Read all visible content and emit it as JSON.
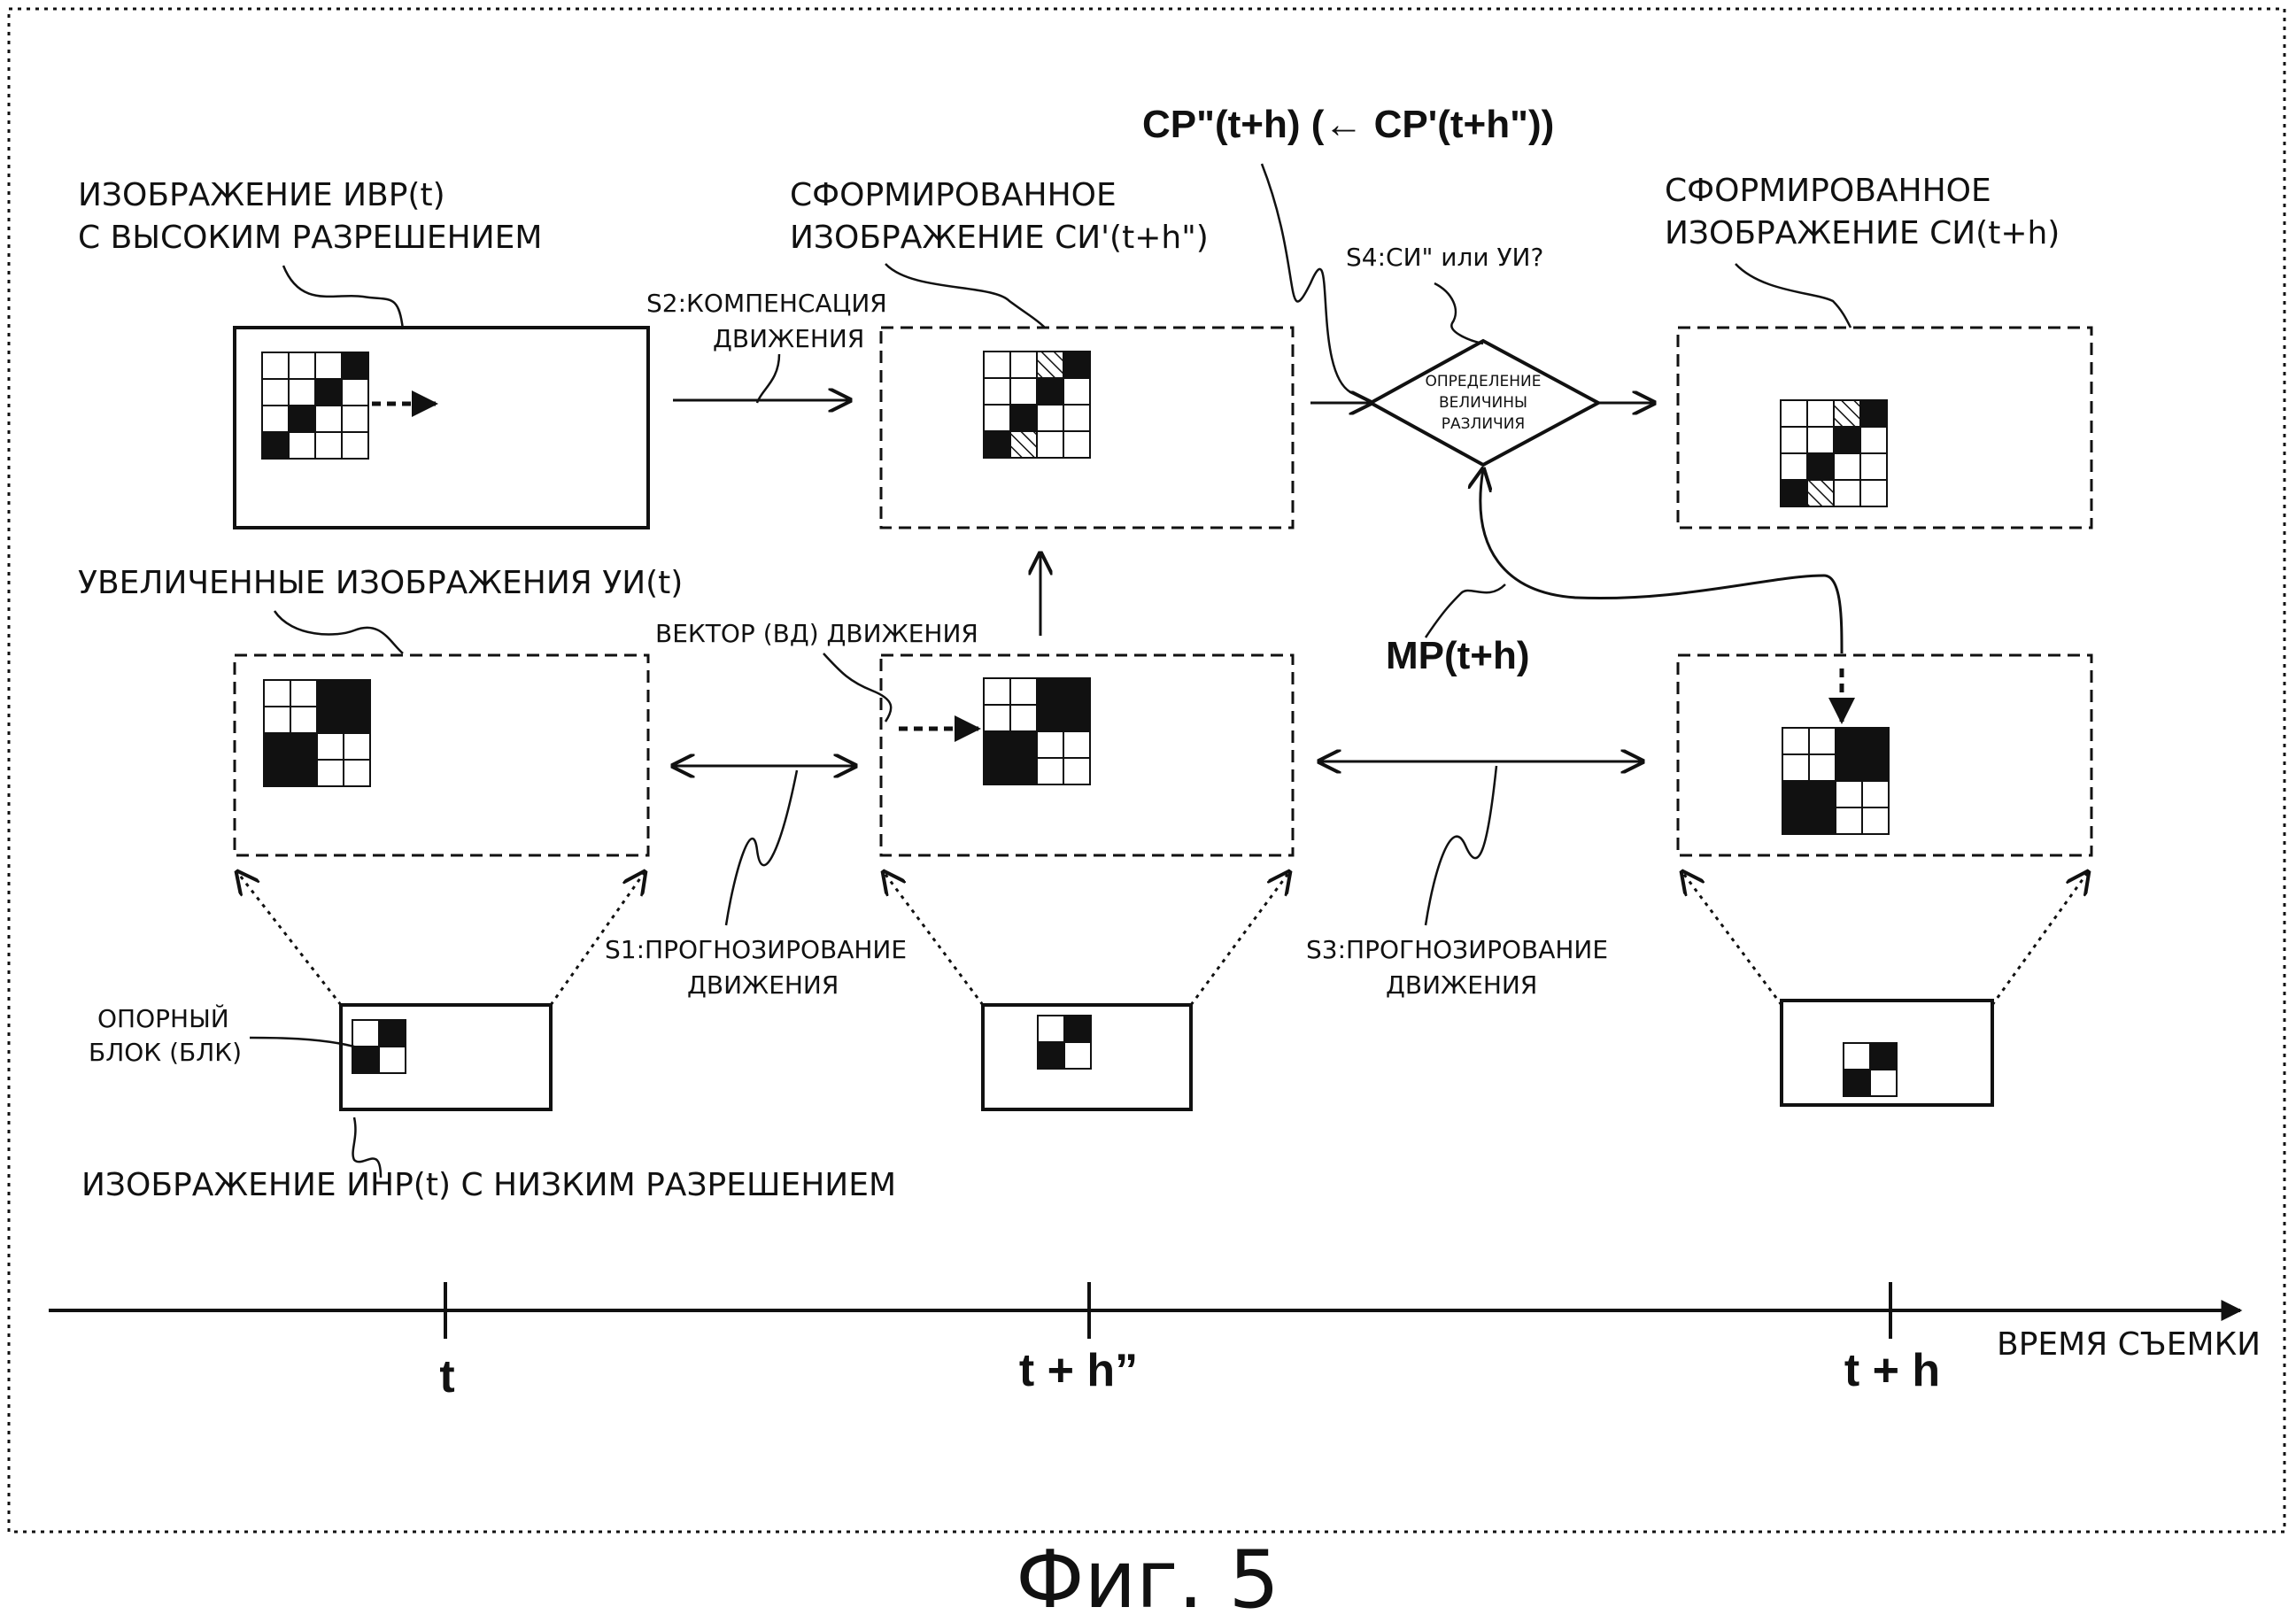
{
  "labels": {
    "hr_image": [
      "ИЗОБРАЖЕНИЕ ИВР(t)",
      "С ВЫСОКИМ РАЗРЕШЕНИЕМ"
    ],
    "formed_prime": [
      "СФОРМИРОВАННОЕ",
      "ИЗОБРАЖЕНИЕ СИ'(t+h\")"
    ],
    "formed_final": [
      "СФОРМИРОВАННОЕ",
      "ИЗОБРАЖЕНИЕ СИ(t+h)"
    ],
    "cp": "CP\"(t+h) (← CP'(t+h\"))",
    "s2": [
      "S2:КОМПЕНСАЦИЯ",
      "ДВИЖЕНИЯ"
    ],
    "s4": "S4:СИ\" или УИ?",
    "decision": [
      "ОПРЕДЕЛЕНИЕ",
      "ВЕЛИЧИНЫ",
      "РАЗЛИЧИЯ"
    ],
    "enlarged": "УВЕЛИЧЕННЫЕ ИЗОБРАЖЕНИЯ УИ(t)",
    "vector": "ВЕКТОР (ВД) ДВИЖЕНИЯ",
    "mp": "MP(t+h)",
    "s1": [
      "S1:ПРОГНОЗИРОВАНИЕ",
      "ДВИЖЕНИЯ"
    ],
    "s3": [
      "S3:ПРОГНОЗИРОВАНИЕ",
      "ДВИЖЕНИЯ"
    ],
    "ref_block": [
      "ОПОРНЫЙ",
      "БЛОК (БЛК)"
    ],
    "lr_image": "ИЗОБРАЖЕНИЕ ИНР(t) С НИЗКИМ РАЗРЕШЕНИЕМ",
    "time_axis": "ВРЕМЯ СЪЕМКИ",
    "figure": "Фиг. 5"
  },
  "timeline": {
    "ticks": [
      "t",
      "t + h”",
      "t + h"
    ]
  }
}
